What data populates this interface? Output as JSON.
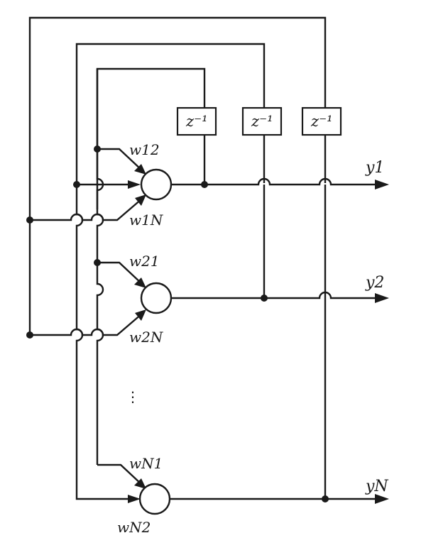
{
  "diagram": {
    "delay_label": "z⁻¹",
    "weights": {
      "w12": "w12",
      "w1N": "w1N",
      "w21": "w21",
      "w2N": "w2N",
      "wN1": "wN1",
      "wN2": "wN2"
    },
    "outputs": {
      "y1": "y1",
      "y2": "y2",
      "yN": "yN"
    },
    "ellipsis": "⋮"
  }
}
